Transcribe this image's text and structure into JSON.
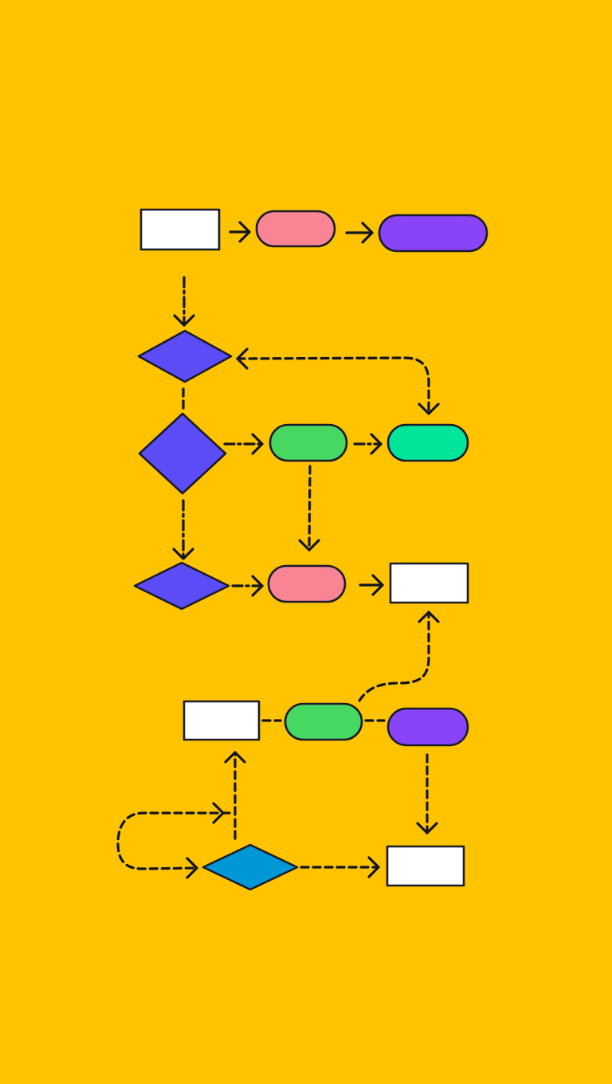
{
  "diagram": {
    "background_color": "#FFC300",
    "stroke_color": "#15151F",
    "palette": {
      "white": "#FFFFFF",
      "pink": "#F98493",
      "violet": "#8A44F8",
      "blue": "#5B4CF5",
      "green": "#47D862",
      "mint": "#00E59A",
      "cyan": "#0097D6"
    },
    "nodes": [
      {
        "id": "n1",
        "shape": "rectangle",
        "color": "white",
        "label": ""
      },
      {
        "id": "n2",
        "shape": "pill",
        "color": "pink",
        "label": ""
      },
      {
        "id": "n3",
        "shape": "pill",
        "color": "violet",
        "label": ""
      },
      {
        "id": "n4",
        "shape": "diamond",
        "color": "blue",
        "label": ""
      },
      {
        "id": "n5",
        "shape": "diamond",
        "color": "blue",
        "label": ""
      },
      {
        "id": "n6",
        "shape": "pill",
        "color": "green",
        "label": ""
      },
      {
        "id": "n7",
        "shape": "pill",
        "color": "mint",
        "label": ""
      },
      {
        "id": "n8",
        "shape": "diamond",
        "color": "blue",
        "label": ""
      },
      {
        "id": "n9",
        "shape": "pill",
        "color": "pink",
        "label": ""
      },
      {
        "id": "n10",
        "shape": "rectangle",
        "color": "white",
        "label": ""
      },
      {
        "id": "n11",
        "shape": "rectangle",
        "color": "white",
        "label": ""
      },
      {
        "id": "n12",
        "shape": "pill",
        "color": "green",
        "label": ""
      },
      {
        "id": "n13",
        "shape": "pill",
        "color": "violet",
        "label": ""
      },
      {
        "id": "n14",
        "shape": "diamond",
        "color": "cyan",
        "label": ""
      },
      {
        "id": "n15",
        "shape": "rectangle",
        "color": "white",
        "label": ""
      }
    ],
    "edges": [
      {
        "id": "e1",
        "from": "n1",
        "to": "n2",
        "style": "solid",
        "arrow": true
      },
      {
        "id": "e2",
        "from": "n2",
        "to": "n3",
        "style": "solid",
        "arrow": true
      },
      {
        "id": "e3",
        "from": "n1",
        "to": "n4",
        "style": "dashdot",
        "arrow": true
      },
      {
        "id": "e4",
        "from": "n7",
        "to": "n4",
        "style": "dashed",
        "arrow": true,
        "bidirectional": true
      },
      {
        "id": "e5",
        "from": "n4",
        "to": "n5",
        "style": "dashed",
        "arrow": false
      },
      {
        "id": "e6",
        "from": "n5",
        "to": "n6",
        "style": "dashdot",
        "arrow": true
      },
      {
        "id": "e7",
        "from": "n6",
        "to": "n7",
        "style": "dashdot",
        "arrow": true
      },
      {
        "id": "e8",
        "from": "n6",
        "to": "n9",
        "style": "dashed",
        "arrow": true
      },
      {
        "id": "e9",
        "from": "n5",
        "to": "n8",
        "style": "dashdot",
        "arrow": true
      },
      {
        "id": "e10",
        "from": "n8",
        "to": "n9",
        "style": "dashdot",
        "arrow": true
      },
      {
        "id": "e11",
        "from": "n9",
        "to": "n10",
        "style": "solid",
        "arrow": true
      },
      {
        "id": "e12",
        "from": "n11",
        "to": "n12",
        "style": "dashed",
        "arrow": false
      },
      {
        "id": "e13",
        "from": "n12",
        "to": "n13",
        "style": "dashed",
        "arrow": false
      },
      {
        "id": "e14",
        "from": "n12",
        "to": "n10",
        "style": "dashed",
        "arrow": true
      },
      {
        "id": "e15",
        "from": "n13",
        "to": "n15",
        "style": "dashed",
        "arrow": true
      },
      {
        "id": "e16",
        "from": "n14",
        "to": "n11",
        "style": "dashed",
        "arrow": true
      },
      {
        "id": "e17",
        "from": "n14",
        "to": "n14",
        "style": "dashed",
        "arrow": true,
        "loop": true
      },
      {
        "id": "e18",
        "from": "n14",
        "to": "n15",
        "style": "dashed",
        "arrow": true
      }
    ]
  }
}
